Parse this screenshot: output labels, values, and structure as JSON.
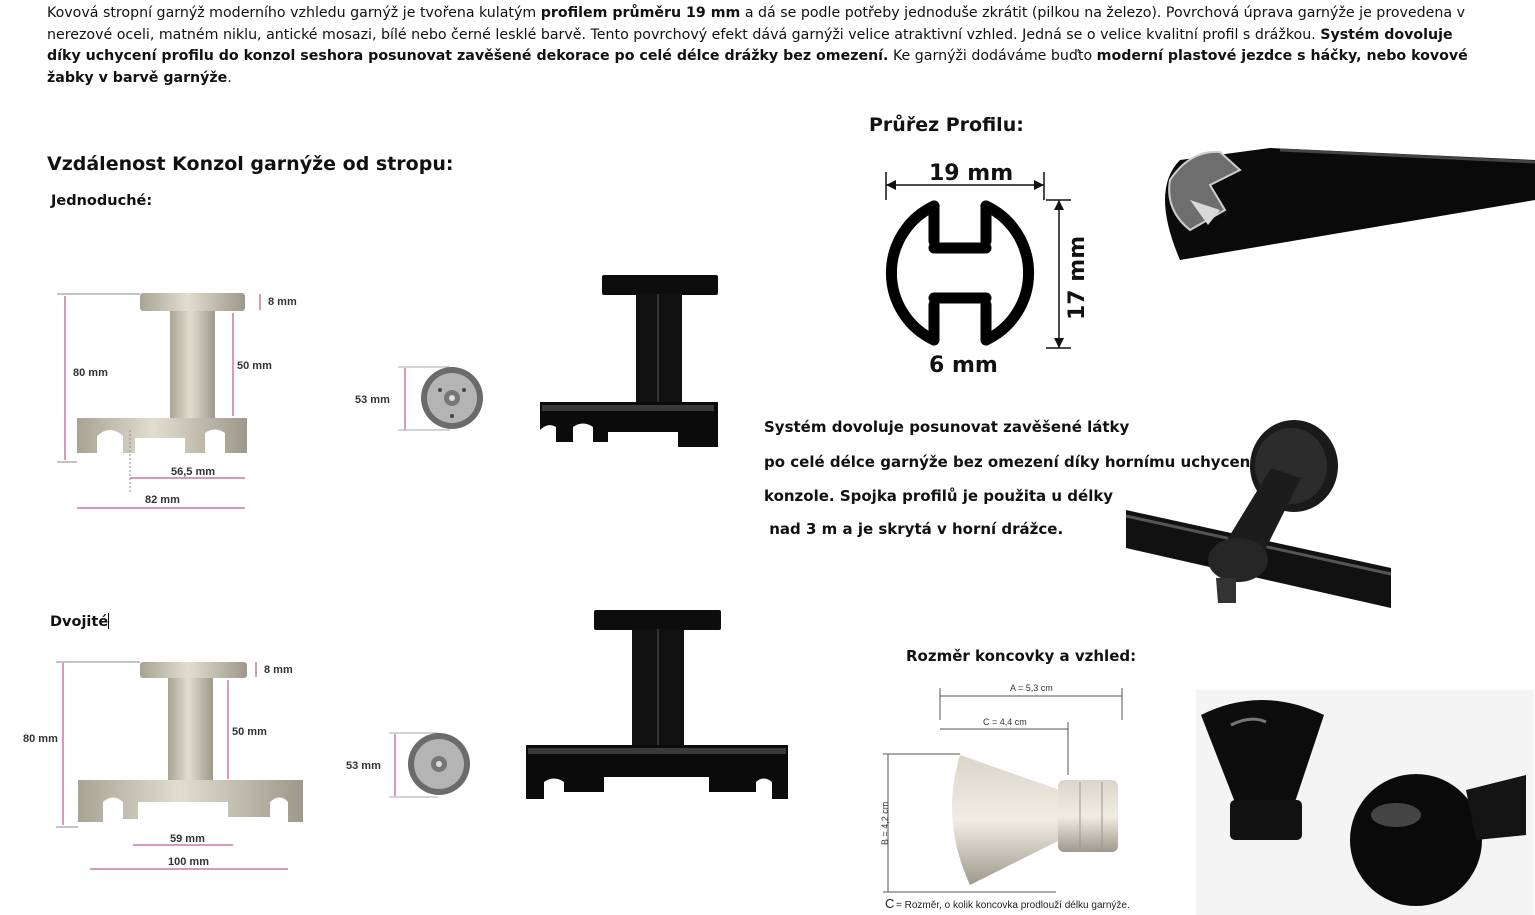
{
  "intro": {
    "p1": "Kovová stropní garnýž moderního vzhledu garnýž je tvořena kulatým ",
    "b1": "profilem průměru 19 mm",
    "p2": " a dá se podle potřeby jednoduše zkrátit (pilkou na železo). Povrchová úprava garnýže je provedena v nerezové oceli, matném niklu, antické mosazi, bílé nebo černé lesklé barvě. Tento povrchový efekt dává garnýži velice atraktivní vzhled. Jedná se o velice kvalitní profil s drážkou. ",
    "b2": "Systém dovoluje díky uchycení profilu do konzol seshora posunovat zavěšené dekorace po celé délce drážky bez omezení.",
    "p3": " Ke garnýži dodáváme buďto ",
    "b3": "moderní plastové jezdce s háčky, nebo kovové žabky v barvě garnýže",
    "p4": "."
  },
  "headings": {
    "konzoly": "Vzdálenost Konzol garnýže od stropu:",
    "jednoduche": "Jednoduché:",
    "dvojite": "Dvojité",
    "prurez": "Průřez Profilu:",
    "koncovka": "Rozměr koncovky a vzhled:"
  },
  "system_text": {
    "l1": "Systém dovoluje posunovat zavěšené látky",
    "l2": "po celé délce garnýže bez omezení díky hornímu uchycení",
    "l3": "konzole. Spojka profilů je použita u délky",
    "l4": " nad 3 m a je skrytá v horní drážce."
  },
  "single_bracket": {
    "total": "80 mm",
    "plate": "8 mm",
    "stem": "50 mm",
    "inner": "56,5 mm",
    "width": "82 mm",
    "plate_diameter": "53 mm"
  },
  "double_bracket": {
    "total": "80 mm",
    "plate": "8 mm",
    "stem": "50 mm",
    "inner": "59 mm",
    "width": "100 mm",
    "plate_diameter": "53 mm"
  },
  "profile": {
    "width": "19 mm",
    "height": "17 mm",
    "slot": "6 mm"
  },
  "finial": {
    "a": "A = 5,3 cm",
    "c": "C = 4,4 cm",
    "b": "B = 4,2 cm",
    "c_prefix": "C",
    "c_note": " = Rozměr, o kolik koncovka prodlouží délku garnýže."
  },
  "colors": {
    "nickel": "#c9c4b3",
    "black": "#0b0b0b",
    "dimension": "#b0307a"
  }
}
